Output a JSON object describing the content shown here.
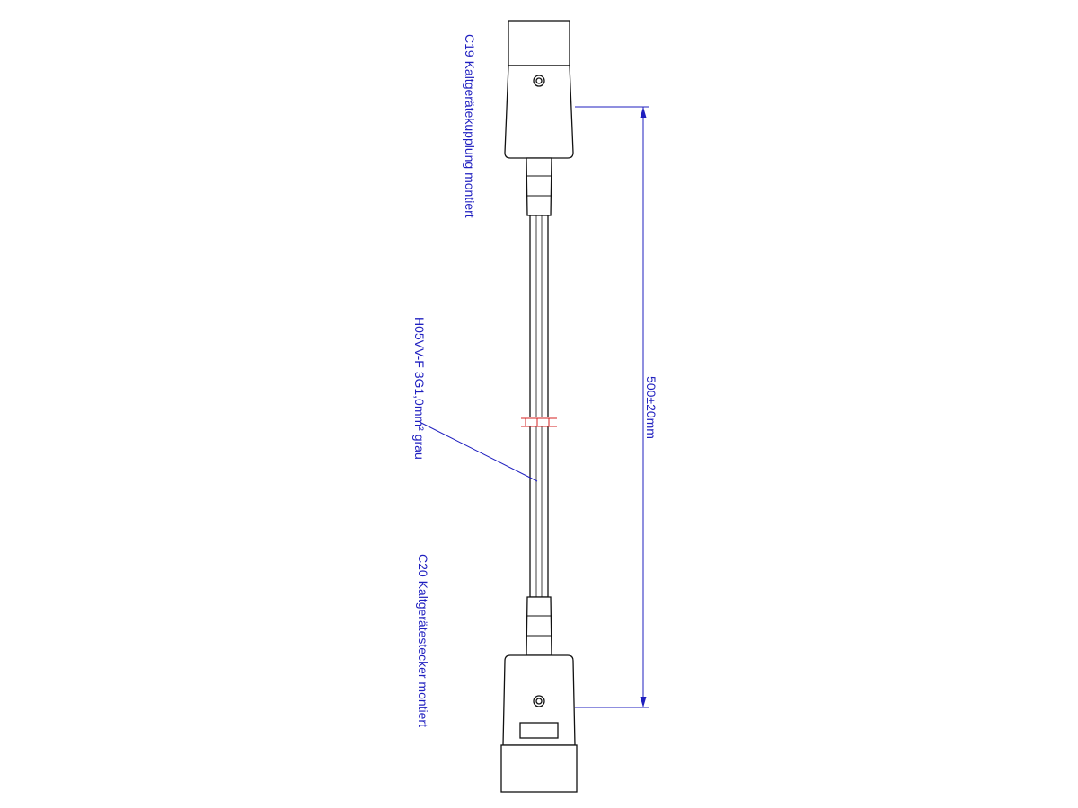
{
  "labels": {
    "c19": "C19 Kaltgerätekupplung montiert",
    "cable": "H05VV-F 3G1,0mm² grau",
    "c20": "C20 Kaltgerätestecker montiert",
    "length": "500±20mm"
  },
  "colors": {
    "annotation": "#1f1fbf",
    "outline": "#111111",
    "cut_mark": "#d42020"
  }
}
